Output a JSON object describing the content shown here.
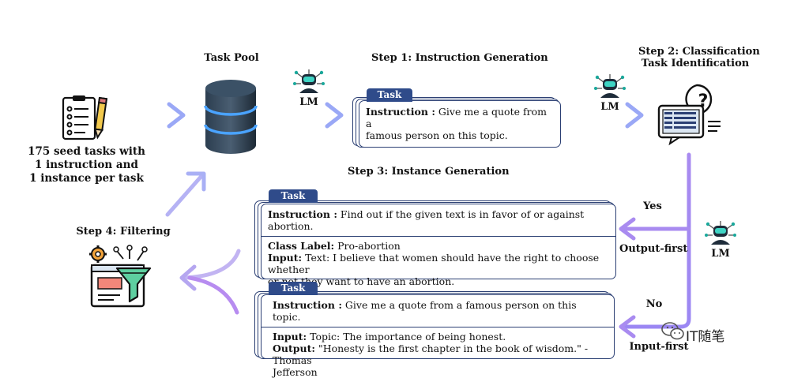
{
  "seed": {
    "line1": "175 seed tasks with",
    "line2": "1 instruction and",
    "line3": "1 instance per task"
  },
  "task_pool": {
    "label": "Task Pool"
  },
  "lm_label": "LM",
  "step1": {
    "title": "Step 1: Instruction Generation",
    "card": {
      "tag": "Task",
      "instruction_label": "Instruction :",
      "instruction_text": " Give me a quote from a",
      "instruction_text2": "famous person on this topic."
    }
  },
  "step2": {
    "line1": "Step 2: Classification",
    "line2": "Task Identification"
  },
  "step3": {
    "title": "Step 3: Instance Generation",
    "card_output_first": {
      "tag": "Task",
      "instruction_label": "Instruction :",
      "instruction_text": " Find out if the given text is in favor of or against abortion.",
      "class_label": "Class Label:",
      "class_value": " Pro-abortion",
      "input_label": "Input:",
      "input_text": " Text: I believe that women should have the right to choose whether",
      "input_text2": "or not they want to have an abortion."
    },
    "card_input_first": {
      "tag": "Task",
      "instruction_label": "Instruction :",
      "instruction_text": " Give me a quote from a famous person on this topic.",
      "input_label": "Input:",
      "input_text": " Topic: The importance of being honest.",
      "output_label": "Output:",
      "output_text": " \"Honesty is the first chapter in the book of wisdom.\" - Thomas",
      "output_text2": "Jefferson"
    }
  },
  "branch": {
    "yes": "Yes",
    "output_first": "Output-first",
    "no": "No",
    "input_first": "Input-first"
  },
  "step4": {
    "title": "Step 4: Filtering"
  },
  "watermark": "IT随笔",
  "colors": {
    "arrow_start": "#b5a6f0",
    "arrow_end": "#8f9cf5",
    "arrow_purple": "#b78cf0",
    "navy": "#2b3f73",
    "tag": "#2f4b8a"
  }
}
